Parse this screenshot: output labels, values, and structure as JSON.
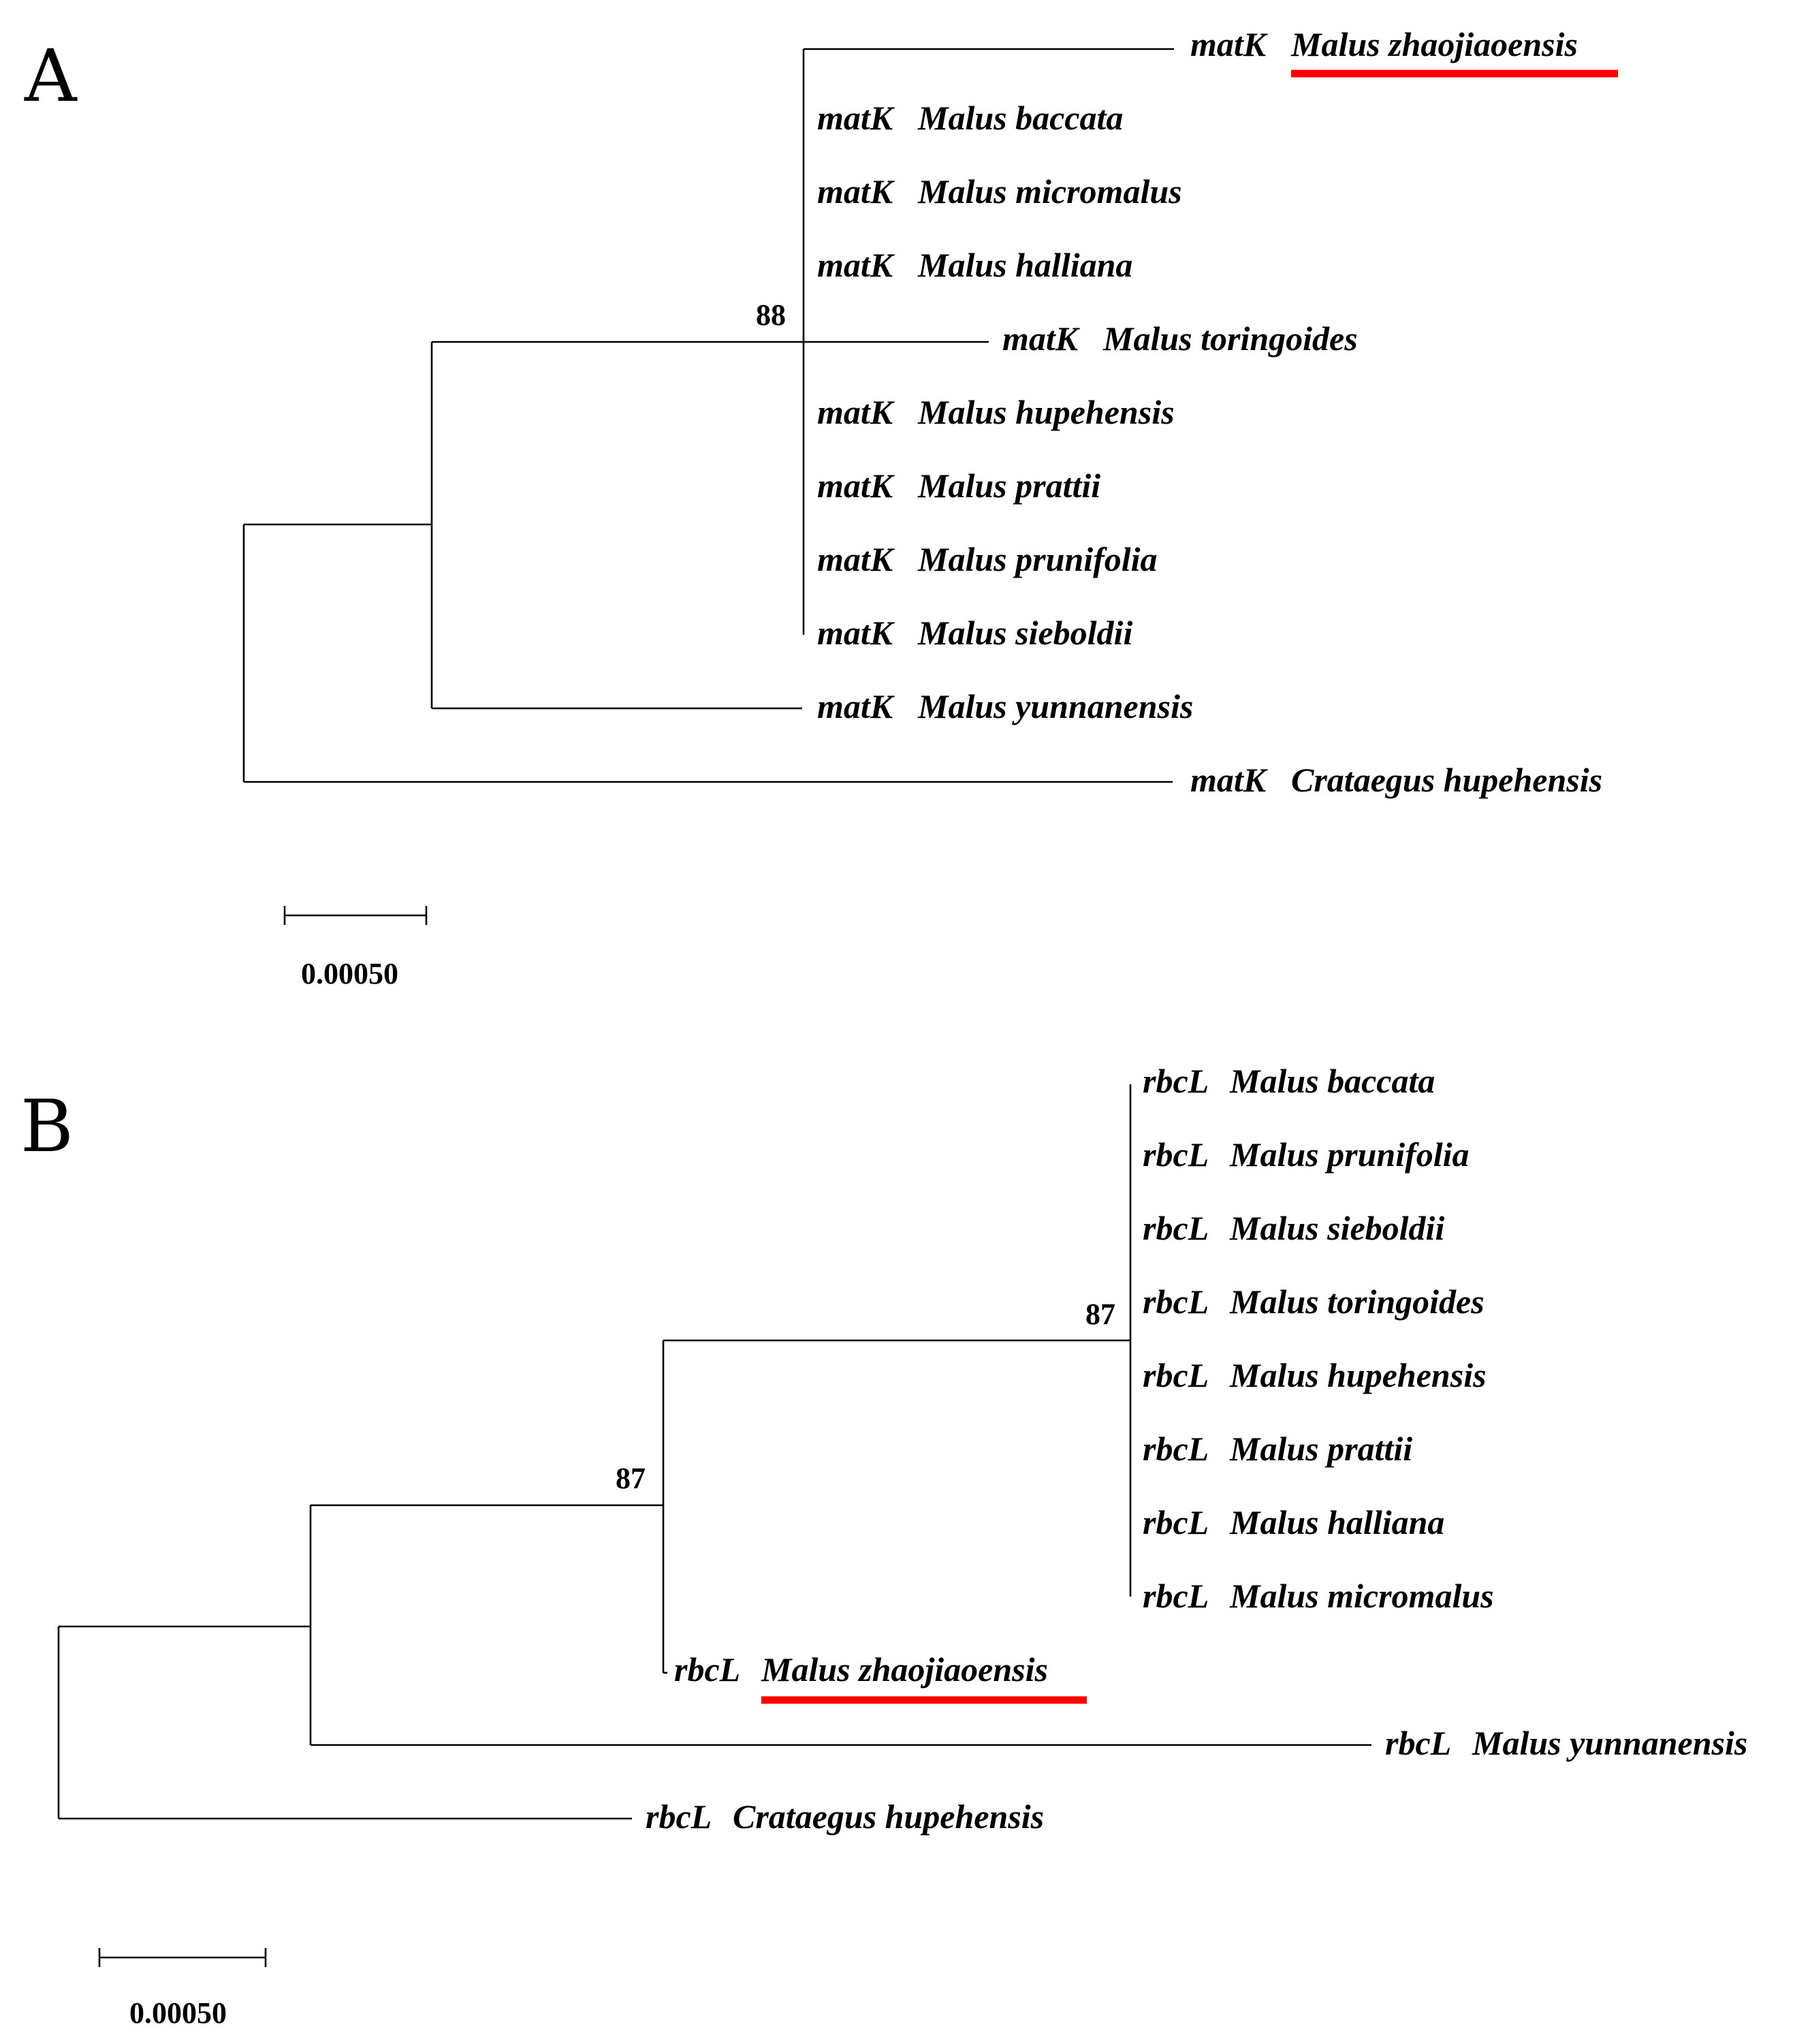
{
  "colors": {
    "branch": "#000000",
    "highlight": "#ff0000"
  },
  "panels": [
    {
      "id": "A",
      "label": "A",
      "support_values": [
        "88"
      ],
      "scale_bar_label": "0.00050",
      "taxa": [
        {
          "gene": "matK",
          "species": "Malus zhaojiaoensis",
          "highlighted": true
        },
        {
          "gene": "matK",
          "species": "Malus baccata",
          "highlighted": false
        },
        {
          "gene": "matK",
          "species": "Malus micromalus",
          "highlighted": false
        },
        {
          "gene": "matK",
          "species": "Malus halliana",
          "highlighted": false
        },
        {
          "gene": "matK",
          "species": "Malus toringoides",
          "highlighted": false
        },
        {
          "gene": "matK",
          "species": "Malus hupehensis",
          "highlighted": false
        },
        {
          "gene": "matK",
          "species": "Malus prattii",
          "highlighted": false
        },
        {
          "gene": "matK",
          "species": "Malus prunifolia",
          "highlighted": false
        },
        {
          "gene": "matK",
          "species": "Malus sieboldii",
          "highlighted": false
        },
        {
          "gene": "matK",
          "species": "Malus yunnanensis",
          "highlighted": false
        },
        {
          "gene": "matK",
          "species": "Crataegus hupehensis",
          "highlighted": false
        }
      ]
    },
    {
      "id": "B",
      "label": "B",
      "support_values": [
        "87",
        "87"
      ],
      "scale_bar_label": "0.00050",
      "taxa": [
        {
          "gene": "rbcL",
          "species": "Malus baccata",
          "highlighted": false
        },
        {
          "gene": "rbcL",
          "species": "Malus prunifolia",
          "highlighted": false
        },
        {
          "gene": "rbcL",
          "species": "Malus sieboldii",
          "highlighted": false
        },
        {
          "gene": "rbcL",
          "species": "Malus toringoides",
          "highlighted": false
        },
        {
          "gene": "rbcL",
          "species": "Malus hupehensis",
          "highlighted": false
        },
        {
          "gene": "rbcL",
          "species": "Malus prattii",
          "highlighted": false
        },
        {
          "gene": "rbcL",
          "species": "Malus halliana",
          "highlighted": false
        },
        {
          "gene": "rbcL",
          "species": "Malus micromalus",
          "highlighted": false
        },
        {
          "gene": "rbcL",
          "species": "Malus zhaojiaoensis",
          "highlighted": true
        },
        {
          "gene": "rbcL",
          "species": "Malus yunnanensis",
          "highlighted": false
        },
        {
          "gene": "rbcL",
          "species": "Crataegus hupehensis",
          "highlighted": false
        }
      ]
    }
  ]
}
